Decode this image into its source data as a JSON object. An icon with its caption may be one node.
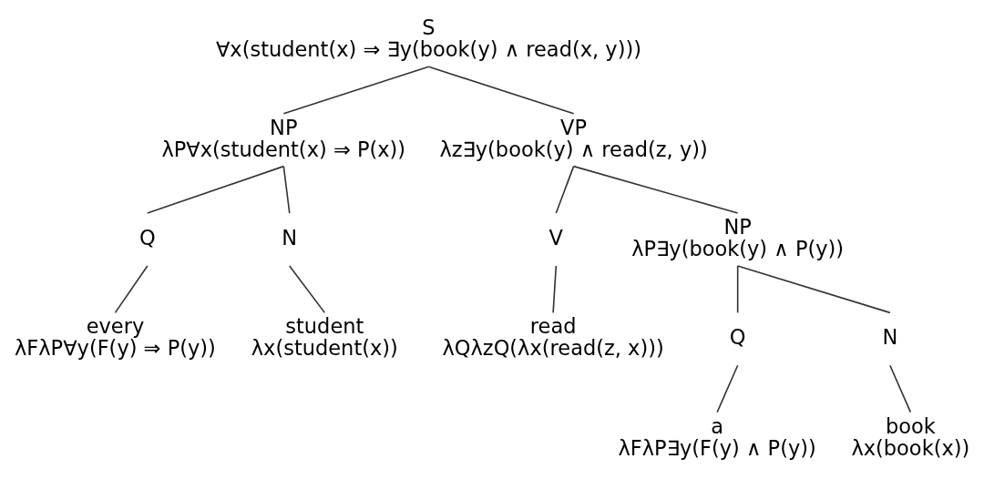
{
  "diagram": {
    "nodes": [
      {
        "text": [
          "S",
          "∀x(student(x) ⇒ ∃y(book(y) ∧ read(x, y)))"
        ]
      },
      {
        "text": [
          "NP",
          "λP∀x(student(x) ⇒ P(x))"
        ]
      },
      {
        "text": [
          "Q"
        ]
      },
      {
        "text": [
          "every",
          "λFλP∀y(F(y) ⇒ P(y))"
        ]
      },
      {
        "text": [
          "N"
        ]
      },
      {
        "text": [
          "student",
          "λx(student(x))"
        ]
      },
      {
        "text": [
          "VP",
          "λz∃y(book(y) ∧ read(z, y))"
        ]
      },
      {
        "text": [
          "V"
        ]
      },
      {
        "text": [
          "read",
          "λQλzQ(λx(read(z, x)))"
        ]
      },
      {
        "text": [
          "NP",
          "λP∃y(book(y) ∧ P(y))"
        ]
      },
      {
        "text": [
          "Q"
        ]
      },
      {
        "text": [
          "a",
          "λFλP∃y(F(y) ∧ P(y))"
        ]
      },
      {
        "text": [
          "N"
        ]
      },
      {
        "text": [
          "book",
          "λx(book(x))"
        ]
      }
    ],
    "edges": [
      {
        "from": 0,
        "to": 1,
        "arrow": "none"
      },
      {
        "from": 0,
        "to": 6,
        "arrow": "none"
      },
      {
        "from": 1,
        "to": 2,
        "arrow": "none"
      },
      {
        "from": 2,
        "to": 3,
        "arrow": "none"
      },
      {
        "from": 1,
        "to": 4,
        "arrow": "none"
      },
      {
        "from": 4,
        "to": 5,
        "arrow": "none"
      },
      {
        "from": 6,
        "to": 7,
        "arrow": "none"
      },
      {
        "from": 7,
        "to": 8,
        "arrow": "none"
      },
      {
        "from": 6,
        "to": 9,
        "arrow": "none"
      },
      {
        "from": 9,
        "to": 10,
        "arrow": "none"
      },
      {
        "from": 10,
        "to": 11,
        "arrow": "none"
      },
      {
        "from": 9,
        "to": 12,
        "arrow": "none"
      },
      {
        "from": 12,
        "to": 13,
        "arrow": "none"
      }
    ]
  }
}
